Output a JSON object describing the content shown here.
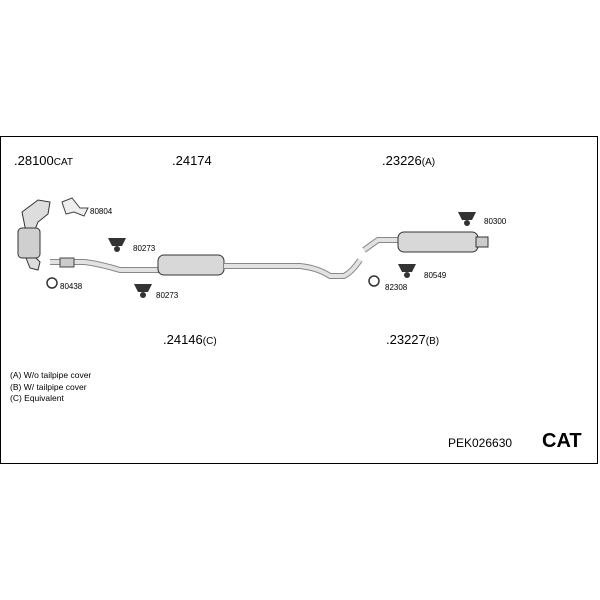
{
  "labels": {
    "p28100": {
      "num": ".28100",
      "suffix": "CAT"
    },
    "p24174": {
      "num": ".24174",
      "suffix": ""
    },
    "p23226": {
      "num": ".23226",
      "suffix": "(A)"
    },
    "p24146": {
      "num": ".24146",
      "suffix": "(C)"
    },
    "p23227": {
      "num": ".23227",
      "suffix": "(B)"
    }
  },
  "small_parts": {
    "s80804": "80804",
    "s80273a": "80273",
    "s80273b": "80273",
    "s80438": "80438",
    "s80300": "80300",
    "s80549": "80549",
    "s82308": "82308"
  },
  "legend": [
    "(A) W/o tailpipe cover",
    "(B) W/ tailpipe cover",
    "(C) Equivalent"
  ],
  "kit_code": "PEK026630",
  "cat_label": "CAT"
}
